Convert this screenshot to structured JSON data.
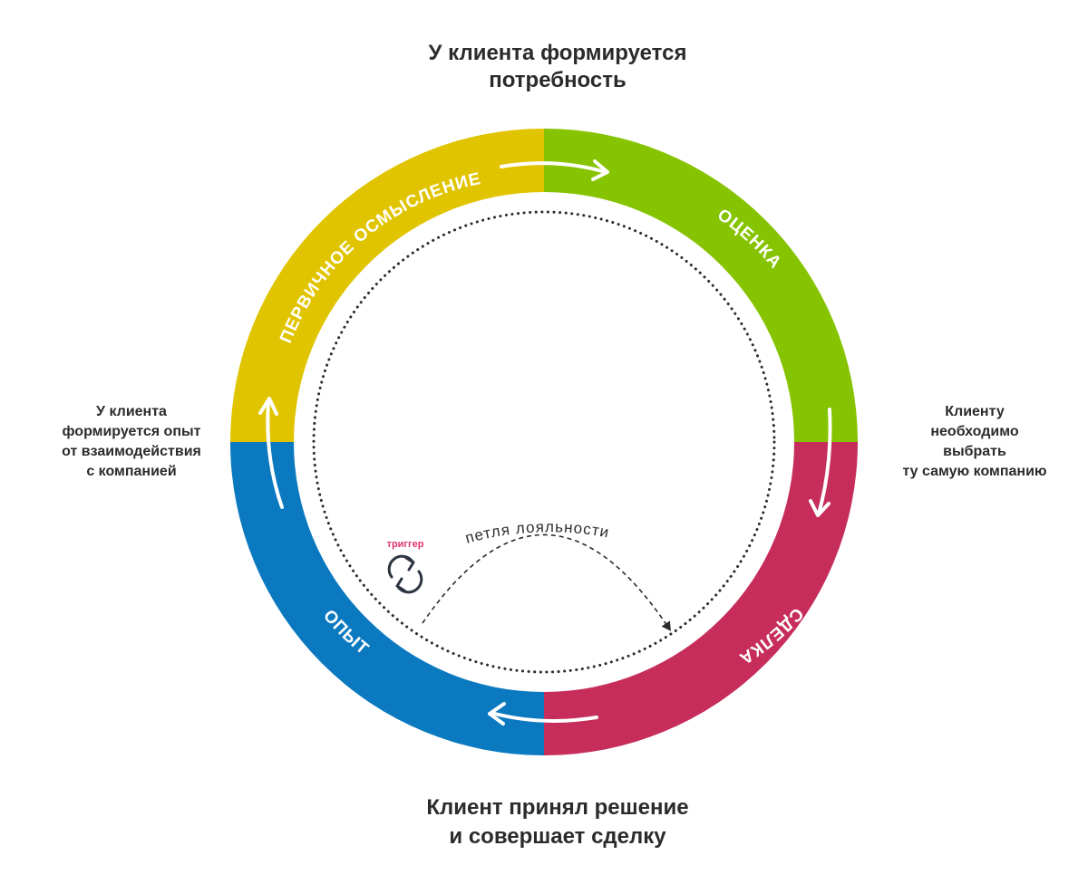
{
  "captions": {
    "top": [
      "У клиента формируется",
      "потребность"
    ],
    "right": [
      "Клиенту",
      "необходимо",
      "выбрать",
      "ту самую компанию"
    ],
    "bottom": [
      "Клиент принял решение",
      "и совершает сделку"
    ],
    "left": [
      "У клиента",
      "формируется опыт",
      "от взаимодействия",
      "с компанией"
    ]
  },
  "segments": [
    {
      "label": "ПЕРВИЧНОЕ ОСМЫСЛЕНИЕ",
      "color": "#e1c400"
    },
    {
      "label": "ОЦЕНКА",
      "color": "#86c300"
    },
    {
      "label": "СДЕЛКА",
      "color": "#c62d5b"
    },
    {
      "label": "ОПЫТ",
      "color": "#0a79c0"
    }
  ],
  "loop": {
    "label": "петля лояльности",
    "trigger_label": "триггер",
    "trigger_icon": "refresh-cycle-icon"
  }
}
